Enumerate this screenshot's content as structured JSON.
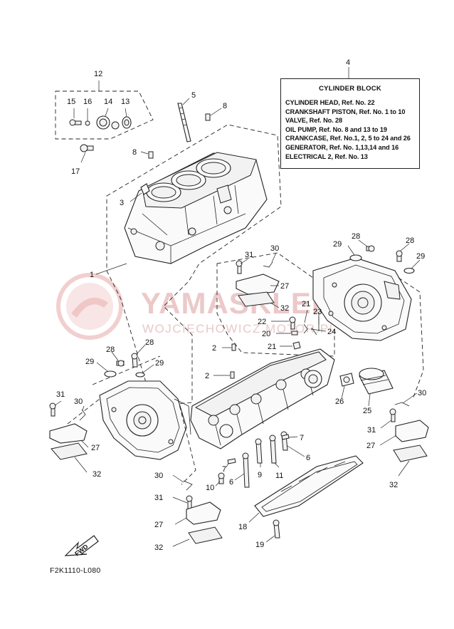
{
  "legend": {
    "number": "4",
    "title": "CYLINDER BLOCK",
    "items": [
      "CYLINDER HEAD, Ref. No. 22",
      "CRANKSHAFT PISTON, Ref. No. 1 to 10",
      "VALVE, Ref. No. 28",
      "OIL PUMP, Ref. No. 8 and 13 to 19",
      "CRANKCASE, Ref. No.1, 2, 5 to 24 and 26",
      "GENERATOR, Ref. No. 1,13,14 and 16",
      "ELECTRICAL 2, Ref. No. 13"
    ]
  },
  "watermark": {
    "brand": "YAMASKLEP",
    "sub": "WOJCIECHOWICZ MOTOR.PL"
  },
  "diagram_code": "F2K1110-L080",
  "fwd_label": "FWD",
  "callouts": {
    "c12": "12",
    "c15": "15",
    "c16": "16",
    "c14": "14",
    "c13": "13",
    "c17": "17",
    "c5": "5",
    "c8a": "8",
    "c8b": "8",
    "c3": "3",
    "c1": "1",
    "c28a": "28",
    "c28b": "28",
    "c29a": "29",
    "c29b": "29",
    "c31a": "31",
    "c30a": "30",
    "c27a": "27",
    "c32a": "32",
    "c22": "22",
    "c21a": "21",
    "c23": "23",
    "c20": "20",
    "c21b": "21",
    "c24": "24",
    "c2a": "2",
    "c2b": "2",
    "c29c": "29",
    "c28c": "28",
    "c28d": "28",
    "c29d": "29",
    "c31b": "31",
    "c30b": "30",
    "c27b": "27",
    "c32b": "32",
    "c26": "26",
    "c25": "25",
    "c30c": "30",
    "c31c": "31",
    "c27c": "27",
    "c32c": "32",
    "c7a": "7",
    "c7b": "7",
    "c6a": "6",
    "c6b": "6",
    "c9": "9",
    "c11": "11",
    "c10": "10",
    "c30d": "30",
    "c31d": "31",
    "c27d": "27",
    "c32d": "32",
    "c18": "18",
    "c19": "19"
  }
}
